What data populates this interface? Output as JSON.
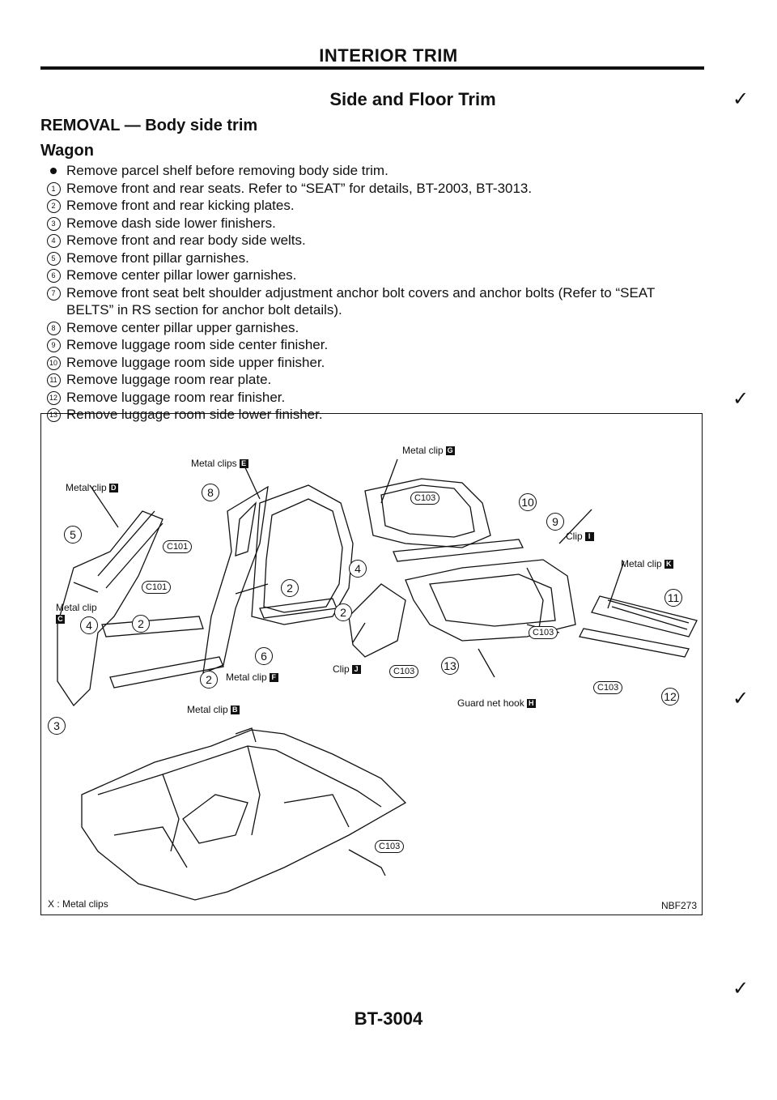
{
  "header": {
    "title": "INTERIOR TRIM"
  },
  "section": {
    "title": "Side and Floor Trim",
    "removal": "REMOVAL — Body side trim",
    "subtitle": "Wagon"
  },
  "steps": [
    {
      "marker": "",
      "text": "Remove parcel shelf before removing body side trim."
    },
    {
      "marker": "1",
      "text": "Remove front and rear seats. Refer to “SEAT” for details, BT-2003, BT-3013."
    },
    {
      "marker": "2",
      "text": "Remove front and rear kicking plates."
    },
    {
      "marker": "3",
      "text": "Remove dash side lower finishers."
    },
    {
      "marker": "4",
      "text": "Remove front and rear body side welts."
    },
    {
      "marker": "5",
      "text": "Remove front pillar garnishes."
    },
    {
      "marker": "6",
      "text": "Remove center pillar lower garnishes."
    },
    {
      "marker": "7",
      "text": "Remove front seat belt shoulder adjustment anchor bolt covers and anchor bolts (Refer to “SEAT BELTS” in RS section for anchor bolt details)."
    },
    {
      "marker": "8",
      "text": "Remove center pillar upper garnishes."
    },
    {
      "marker": "9",
      "text": "Remove luggage room side center finisher."
    },
    {
      "marker": "10",
      "text": "Remove luggage room side upper finisher."
    },
    {
      "marker": "11",
      "text": "Remove luggage room rear plate."
    },
    {
      "marker": "12",
      "text": "Remove luggage room rear finisher."
    },
    {
      "marker": "13",
      "text": "Remove luggage room side lower finisher."
    }
  ],
  "figure": {
    "code": "NBF273",
    "legend": "X : Metal clips",
    "labels": {
      "metal_clip_d": "Metal clip",
      "metal_clips_e": "Metal clips",
      "metal_clip_g": "Metal clip",
      "clip_i": "Clip",
      "metal_clip_k": "Metal clip",
      "metal_clip_c": "Metal clip",
      "metal_clip_f": "Metal clip",
      "metal_clip_b": "Metal clip",
      "clip_j": "Clip",
      "guard_net_hook_h": "Guard net hook"
    },
    "letters": {
      "d": "D",
      "e": "E",
      "g": "G",
      "i": "I",
      "k": "K",
      "c": "C",
      "f": "F",
      "b": "B",
      "j": "J",
      "h": "H"
    },
    "callouts": [
      "2",
      "2",
      "2",
      "2",
      "3",
      "4",
      "4",
      "5",
      "6",
      "8",
      "9",
      "10",
      "11",
      "12",
      "13"
    ],
    "connectors": [
      "C101",
      "C101",
      "C103",
      "C103",
      "C103",
      "C103",
      "C103"
    ]
  },
  "footer": {
    "page_number": "BT-3004"
  }
}
